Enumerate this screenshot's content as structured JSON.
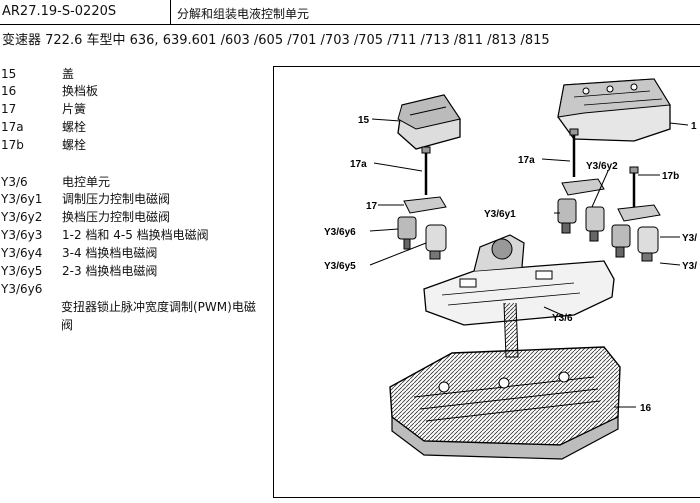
{
  "header": {
    "code": "AR27.19-S-0220S",
    "title": "分解和组装电液控制单元"
  },
  "subtitle": "变速器  722.6 车型中 636, 639.601 /603 /605 /701 /703 /705 /711 /713 /811 /813 /815",
  "legend": [
    {
      "key": "15",
      "value": "盖"
    },
    {
      "key": "16",
      "value": "换档板"
    },
    {
      "key": "17",
      "value": "片簧"
    },
    {
      "key": "17a",
      "value": "螺栓"
    },
    {
      "key": "17b",
      "value": "螺栓"
    },
    {
      "key": "Y3/6",
      "value": "电控单元"
    },
    {
      "key": "Y3/6y1",
      "value": "调制压力控制电磁阀"
    },
    {
      "key": "Y3/6y2",
      "value": "换档压力控制电磁阀"
    },
    {
      "key": "Y3/6y3",
      "value": "1-2 档和 4-5 档换档电磁阀"
    },
    {
      "key": "Y3/6y4",
      "value": "3-4 档换档电磁阀"
    },
    {
      "key": "Y3/6y5",
      "value": "2-3 档换档电磁阀"
    },
    {
      "key": "Y3/6y6",
      "value": ""
    }
  ],
  "legend_extra": "变扭器锁止脉冲宽度调制(PWM)电磁阀",
  "figure": {
    "callouts": {
      "c15": "15",
      "c1": "1",
      "c17a": "17a",
      "c17": "17",
      "c17b": "17b",
      "cy2": "Y3/6y2",
      "cy1": "Y3/6y1",
      "cy6": "Y3/6y6",
      "cy5": "Y3/6y5",
      "cy3": "Y3/",
      "cy4": "Y3/",
      "cy36": "Y3/6",
      "c16": "16"
    }
  }
}
